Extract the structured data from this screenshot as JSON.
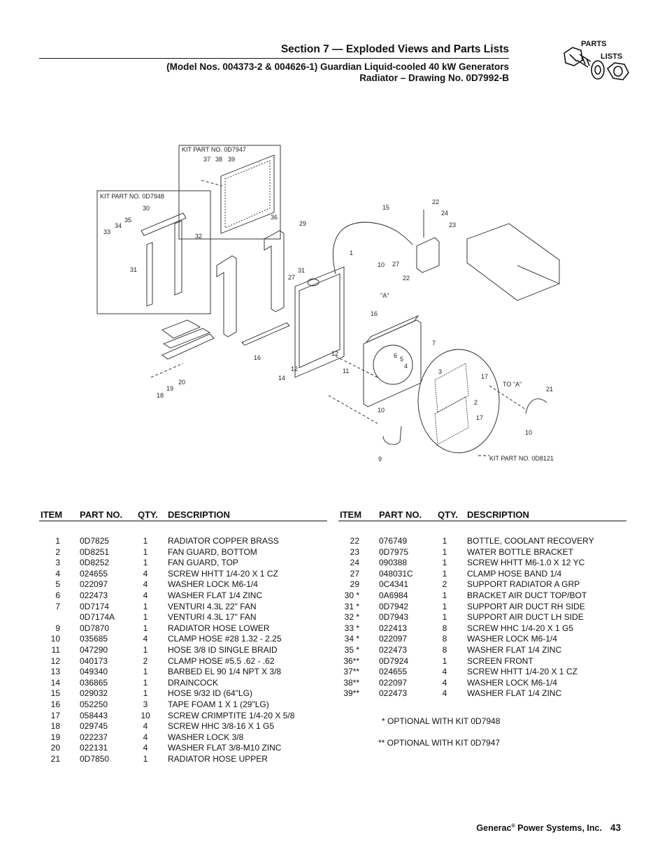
{
  "header": {
    "section_title": "Section 7 — Exploded Views and Parts Lists",
    "subtitle_line1": "(Model Nos. 004373-2 & 004626-1) Guardian Liquid-cooled 40 kW Generators",
    "subtitle_line2": "Radiator – Drawing No. 0D7992-B",
    "logo_word1": "PARTS",
    "logo_word2": "LISTS"
  },
  "diagram": {
    "kit_labels": [
      "KIT PART NO. 0D7947",
      "KIT PART NO. 0D7948",
      "KIT PART NO. 0D8121"
    ],
    "callouts": [
      {
        "t": "37"
      },
      {
        "t": "38"
      },
      {
        "t": "39"
      },
      {
        "t": "36"
      },
      {
        "t": "30"
      },
      {
        "t": "35"
      },
      {
        "t": "34"
      },
      {
        "t": "33"
      },
      {
        "t": "32"
      },
      {
        "t": "31"
      },
      {
        "t": "29"
      },
      {
        "t": "15"
      },
      {
        "t": "22"
      },
      {
        "t": "24"
      },
      {
        "t": "23"
      },
      {
        "t": "1"
      },
      {
        "t": "10"
      },
      {
        "t": "27"
      },
      {
        "t": "31"
      },
      {
        "t": "27"
      },
      {
        "t": "22"
      },
      {
        "t": "\"A\""
      },
      {
        "t": "16"
      },
      {
        "t": "7"
      },
      {
        "t": "6"
      },
      {
        "t": "5"
      },
      {
        "t": "4"
      },
      {
        "t": "12"
      },
      {
        "t": "11"
      },
      {
        "t": "12"
      },
      {
        "t": "14"
      },
      {
        "t": "16"
      },
      {
        "t": "20"
      },
      {
        "t": "19"
      },
      {
        "t": "18"
      },
      {
        "t": "3"
      },
      {
        "t": "17"
      },
      {
        "t": "TO \"A\""
      },
      {
        "t": "21"
      },
      {
        "t": "2"
      },
      {
        "t": "17"
      },
      {
        "t": "10"
      },
      {
        "t": "10"
      },
      {
        "t": "9"
      }
    ]
  },
  "table_headers": {
    "item": "ITEM",
    "part": "PART NO.",
    "qty": "QTY.",
    "desc": "DESCRIPTION"
  },
  "parts_left": [
    {
      "item": "1",
      "part": "0D7825",
      "qty": "1",
      "desc": "RADIATOR COPPER BRASS"
    },
    {
      "item": "2",
      "part": "0D8251",
      "qty": "1",
      "desc": "FAN GUARD, BOTTOM"
    },
    {
      "item": "3",
      "part": "0D8252",
      "qty": "1",
      "desc": "FAN GUARD, TOP"
    },
    {
      "item": "4",
      "part": "024655",
      "qty": "4",
      "desc": "SCREW HHTT 1/4-20 X 1 CZ"
    },
    {
      "item": "5",
      "part": "022097",
      "qty": "4",
      "desc": "WASHER LOCK M6-1/4"
    },
    {
      "item": "6",
      "part": "022473",
      "qty": "4",
      "desc": "WASHER FLAT 1/4 ZINC"
    },
    {
      "item": "7",
      "part": "0D7174",
      "qty": "1",
      "desc": "VENTURI 4.3L 22\" FAN"
    },
    {
      "item": "",
      "part": "0D7174A",
      "qty": "1",
      "desc": "VENTURI 4.3L 17\" FAN"
    },
    {
      "item": "9",
      "part": "0D7870",
      "qty": "1",
      "desc": "RADIATOR HOSE LOWER"
    },
    {
      "item": "10",
      "part": "035685",
      "qty": "4",
      "desc": "CLAMP HOSE #28 1.32 - 2.25"
    },
    {
      "item": "11",
      "part": "047290",
      "qty": "1",
      "desc": "HOSE 3/8 ID SINGLE BRAID"
    },
    {
      "item": "12",
      "part": "040173",
      "qty": "2",
      "desc": "CLAMP HOSE #5.5 .62 - .62"
    },
    {
      "item": "13",
      "part": "049340",
      "qty": "1",
      "desc": "BARBED EL 90 1/4 NPT X 3/8"
    },
    {
      "item": "14",
      "part": "036865",
      "qty": "1",
      "desc": "DRAINCOCK"
    },
    {
      "item": "15",
      "part": "029032",
      "qty": "1",
      "desc": "HOSE 9/32 ID (64\"LG)"
    },
    {
      "item": "16",
      "part": "052250",
      "qty": "3",
      "desc": "TAPE FOAM 1 X 1 (29\"LG)"
    },
    {
      "item": "17",
      "part": "058443",
      "qty": "10",
      "desc": "SCREW CRIMPTITE 1/4-20 X 5/8"
    },
    {
      "item": "18",
      "part": "029745",
      "qty": "4",
      "desc": "SCREW HHC 3/8-16 X 1 G5"
    },
    {
      "item": "19",
      "part": "022237",
      "qty": "4",
      "desc": "WASHER LOCK 3/8"
    },
    {
      "item": "20",
      "part": "022131",
      "qty": "4",
      "desc": "WASHER FLAT 3/8-M10 ZINC"
    },
    {
      "item": "21",
      "part": "0D7850",
      "qty": "1",
      "desc": "RADIATOR HOSE UPPER"
    }
  ],
  "parts_right": [
    {
      "item": "22",
      "part": "076749",
      "qty": "1",
      "desc": "BOTTLE, COOLANT RECOVERY"
    },
    {
      "item": "23",
      "part": "0D7975",
      "qty": "1",
      "desc": "WATER BOTTLE BRACKET"
    },
    {
      "item": "24",
      "part": "090388",
      "qty": "1",
      "desc": "SCREW HHTT M6-1.0 X 12 YC"
    },
    {
      "item": "27",
      "part": "048031C",
      "qty": "1",
      "desc": "CLAMP HOSE BAND 1/4"
    },
    {
      "item": "29",
      "part": "0C4341",
      "qty": "2",
      "desc": "SUPPORT RADIATOR A GRP"
    },
    {
      "item": "30 *",
      "part": "0A6984",
      "qty": "1",
      "desc": "BRACKET AIR DUCT TOP/BOT"
    },
    {
      "item": "31 *",
      "part": "0D7942",
      "qty": "1",
      "desc": "SUPPORT AIR DUCT RH SIDE"
    },
    {
      "item": "32 *",
      "part": "0D7943",
      "qty": "1",
      "desc": "SUPPORT AIR DUCT LH SIDE"
    },
    {
      "item": "33 *",
      "part": "022413",
      "qty": "8",
      "desc": "SCREW HHC 1/4-20 X 1 G5"
    },
    {
      "item": "34 *",
      "part": "022097",
      "qty": "8",
      "desc": "WASHER LOCK M6-1/4"
    },
    {
      "item": "35 *",
      "part": "022473",
      "qty": "8",
      "desc": "WASHER FLAT 1/4 ZINC"
    },
    {
      "item": "36**",
      "part": "0D7924",
      "qty": "1",
      "desc": "SCREEN FRONT"
    },
    {
      "item": "37**",
      "part": "024655",
      "qty": "4",
      "desc": "SCREW HHTT 1/4-20 X 1 CZ"
    },
    {
      "item": "38**",
      "part": "022097",
      "qty": "4",
      "desc": "WASHER LOCK M6-1/4"
    },
    {
      "item": "39**",
      "part": "022473",
      "qty": "4",
      "desc": "WASHER FLAT 1/4 ZINC"
    }
  ],
  "notes": {
    "optional_1": "* OPTIONAL WITH KIT 0D7948",
    "optional_2": "** OPTIONAL WITH KIT 0D7947"
  },
  "footer": {
    "company": "Generac",
    "company_rest": " Power Systems, Inc.",
    "trademark": "®",
    "page_number": "43"
  }
}
